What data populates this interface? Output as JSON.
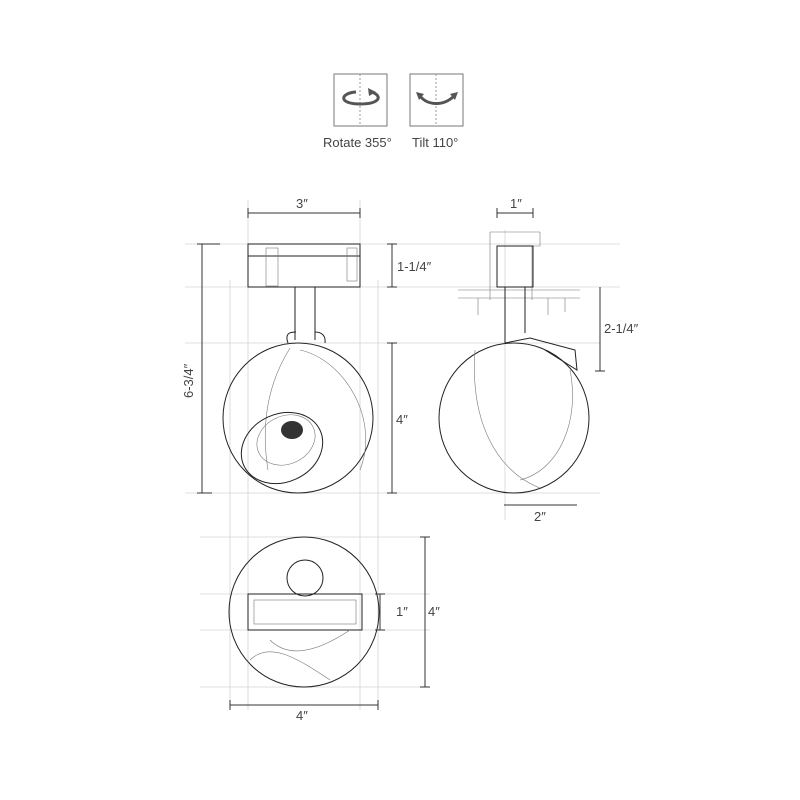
{
  "features": {
    "rotate": {
      "label": "Rotate 355°",
      "icon": "rotate-icon"
    },
    "tilt": {
      "label": "Tilt 110°",
      "icon": "tilt-icon"
    }
  },
  "front_view": {
    "width": "3″",
    "track_height": "1-1/4″",
    "head_height": "4″",
    "total_height": "6-3/4″"
  },
  "side_view": {
    "track_width": "1″",
    "stem_height": "2-1/4″",
    "offset": "2″"
  },
  "bottom_view": {
    "track_width": "1″",
    "depth": "4″",
    "width": "4″"
  }
}
